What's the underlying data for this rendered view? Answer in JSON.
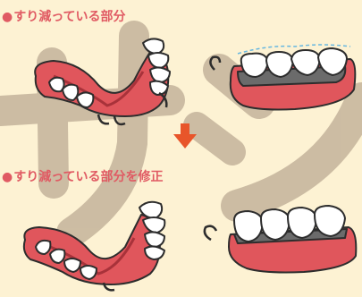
{
  "labels": {
    "top": "すり減っている部分",
    "bottom": "すり減っている部分を修正",
    "bullet": "●"
  },
  "watermark": {
    "text": "サンプル",
    "color": "#bfae96"
  },
  "colors": {
    "background": "#fdf2d3",
    "accent": "#e05a63",
    "gum": "#e0565c",
    "gum_dark": "#a8323a",
    "tooth": "#ffffff",
    "tooth_outline": "#2d2d2d",
    "metal_clasp": "#6b6b6b",
    "worn_marker": "#67b7e0",
    "arrow": "#e8552a"
  }
}
